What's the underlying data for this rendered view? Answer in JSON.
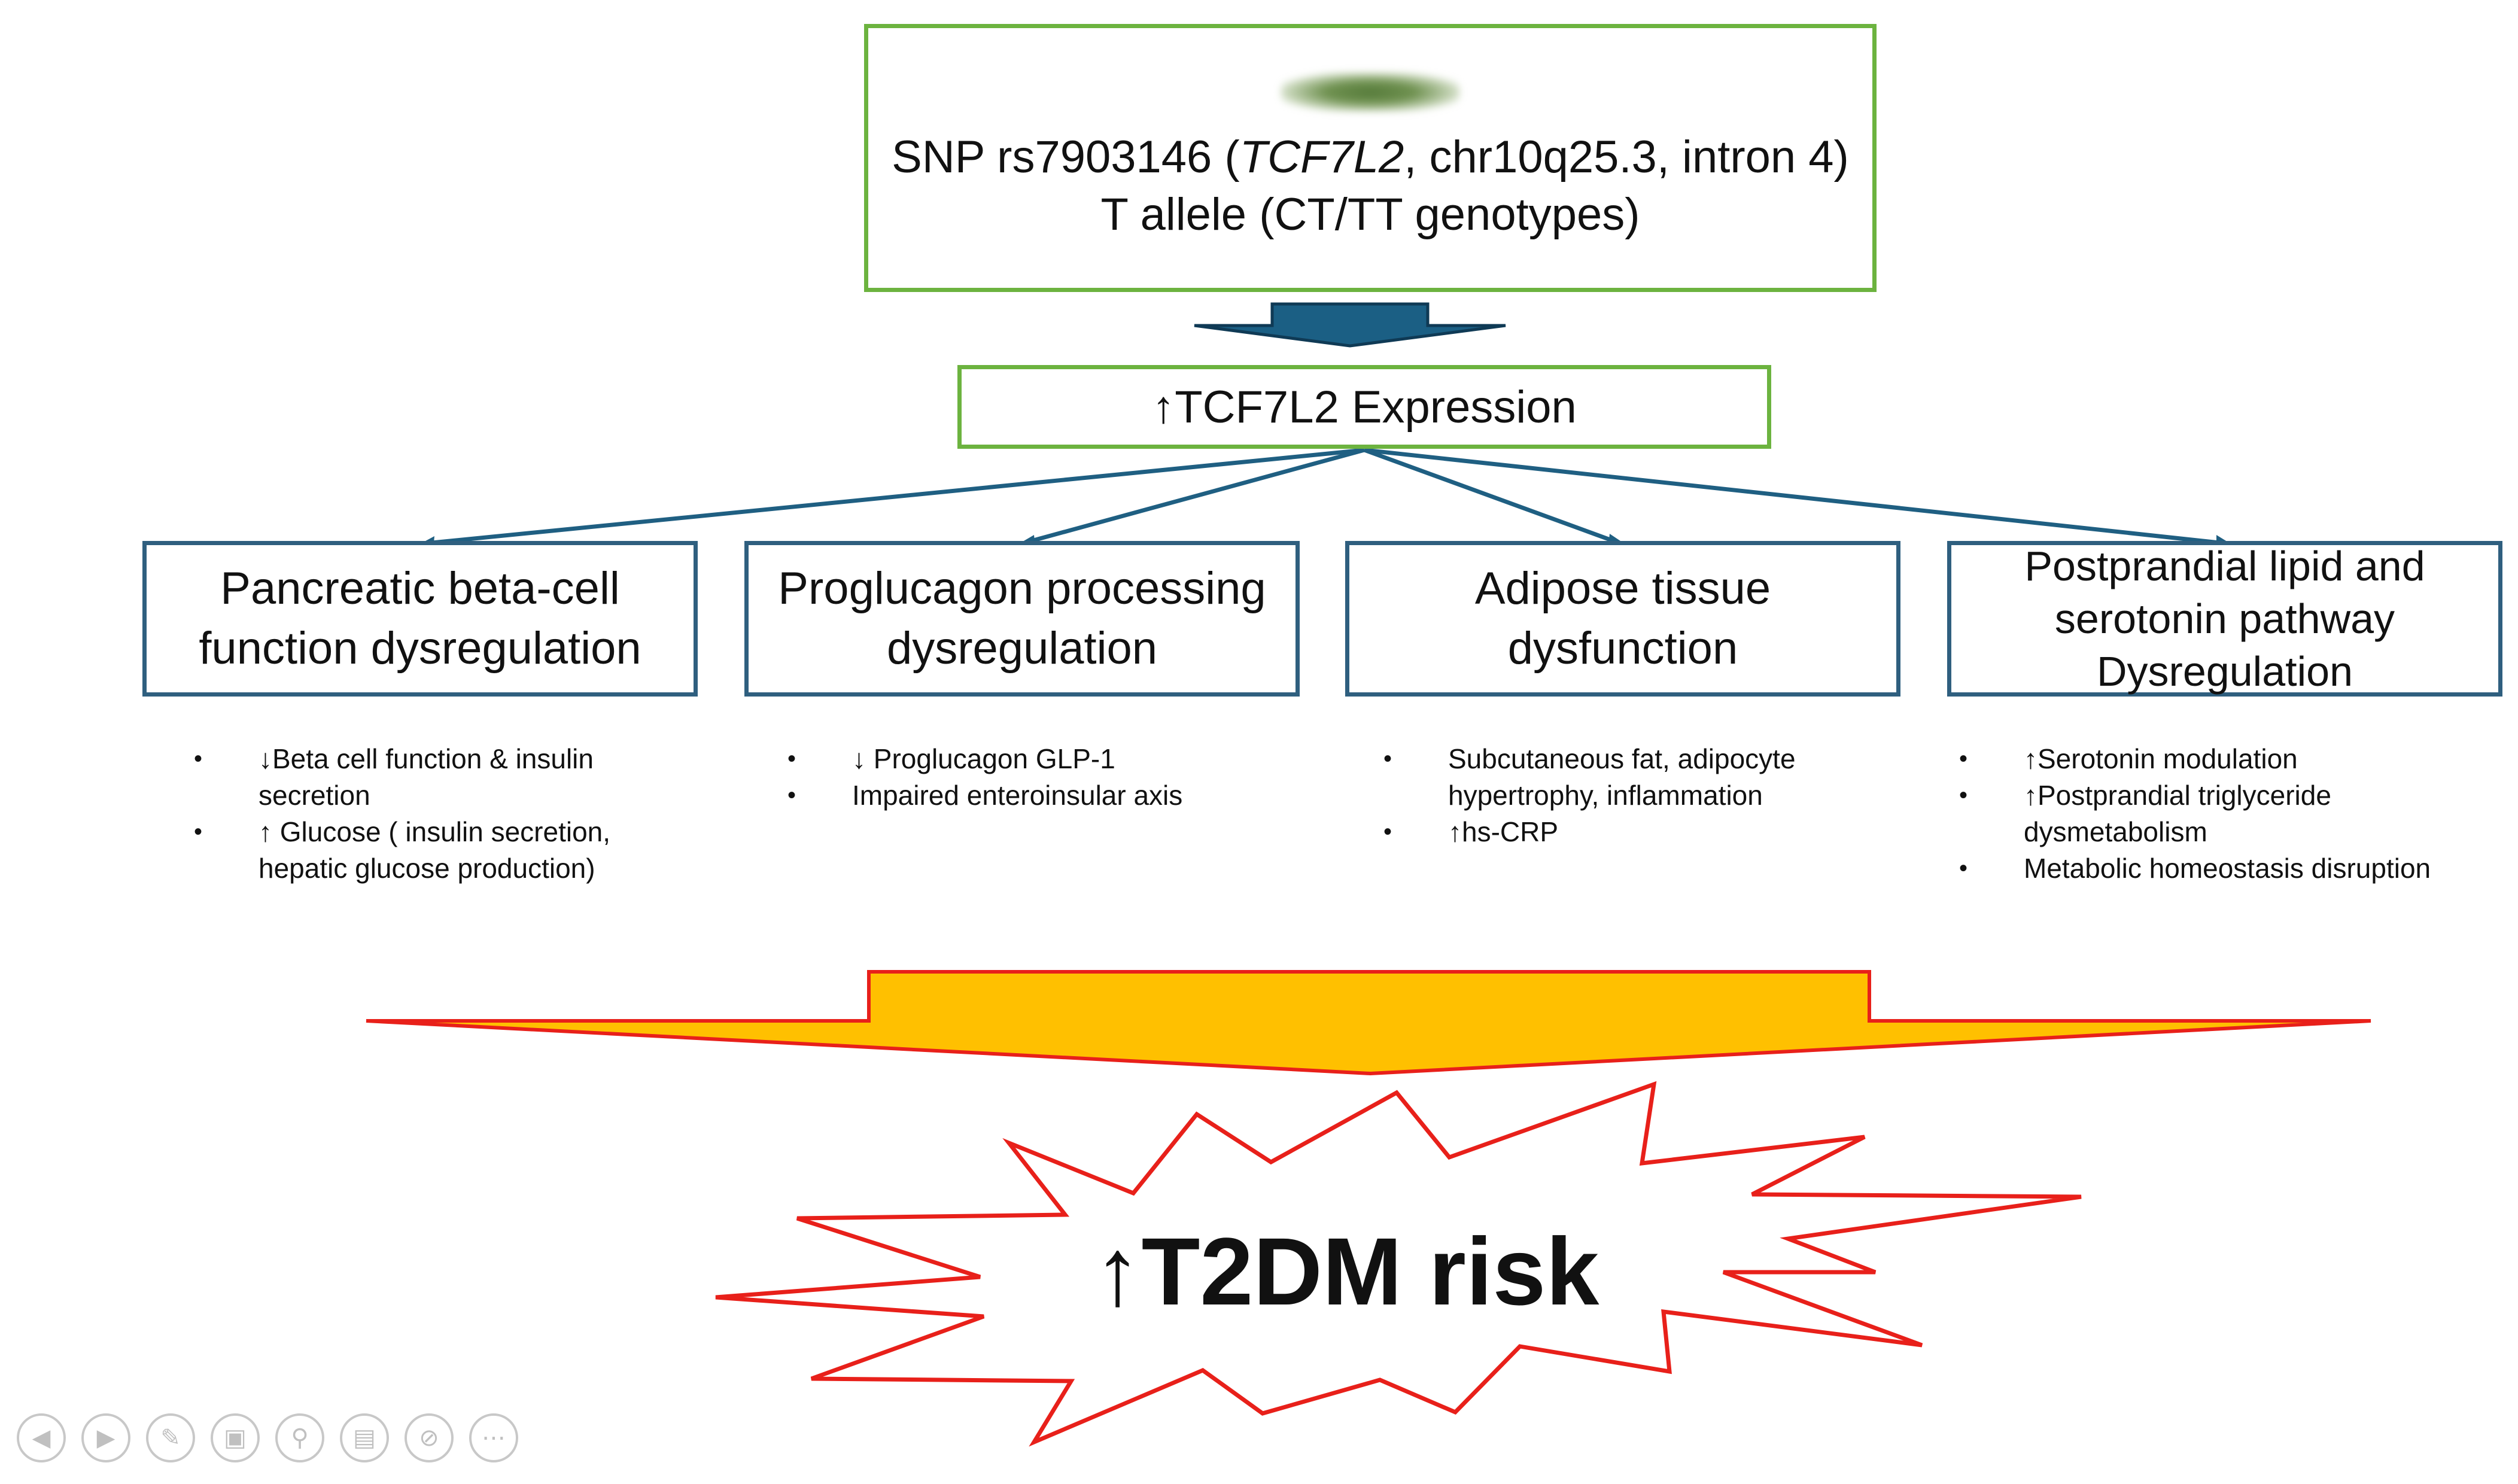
{
  "top": {
    "line1_pre": "SNP rs7903146 (",
    "line1_gene": "TCF7L2",
    "line1_post": ", chr10q25.3, intron 4)",
    "line2": "T allele (CT/TT genotypes)"
  },
  "expression": "↑TCF7L2 Expression",
  "mechanisms": [
    {
      "title_lines": [
        "Pancreatic beta-cell",
        "function dysregulation"
      ],
      "bullets": [
        "↓Beta cell function & insulin secretion",
        "↑ Glucose ( insulin secretion, hepatic glucose production)"
      ]
    },
    {
      "title_lines": [
        "Proglucagon processing",
        "dysregulation"
      ],
      "bullets": [
        "↓ Proglucagon GLP-1",
        "Impaired enteroinsular axis"
      ]
    },
    {
      "title_lines": [
        "Adipose tissue",
        "dysfunction"
      ],
      "bullets": [
        "Subcutaneous fat, adipocyte hypertrophy, inflammation",
        "↑hs-CRP"
      ]
    },
    {
      "title_lines": [
        "Postprandial lipid and",
        "serotonin pathway",
        "Dysregulation"
      ],
      "bullets": [
        "↑Serotonin modulation",
        "↑Postprandial triglyceride dysmetabolism",
        "Metabolic homeostasis disruption"
      ]
    }
  ],
  "outcome": "↑T2DM  risk",
  "colors": {
    "green_border": "#6cb33f",
    "blue_border": "#2f5f7f",
    "arrow_fill": "#1b5f84",
    "big_arrow_fill": "#ffc000",
    "red_outline": "#e8201a"
  },
  "toolbar": {
    "icons": [
      "previous-icon",
      "next-icon",
      "pen-icon",
      "slides-icon",
      "zoom-icon",
      "subtitles-icon",
      "camera-off-icon",
      "more-icon"
    ]
  }
}
